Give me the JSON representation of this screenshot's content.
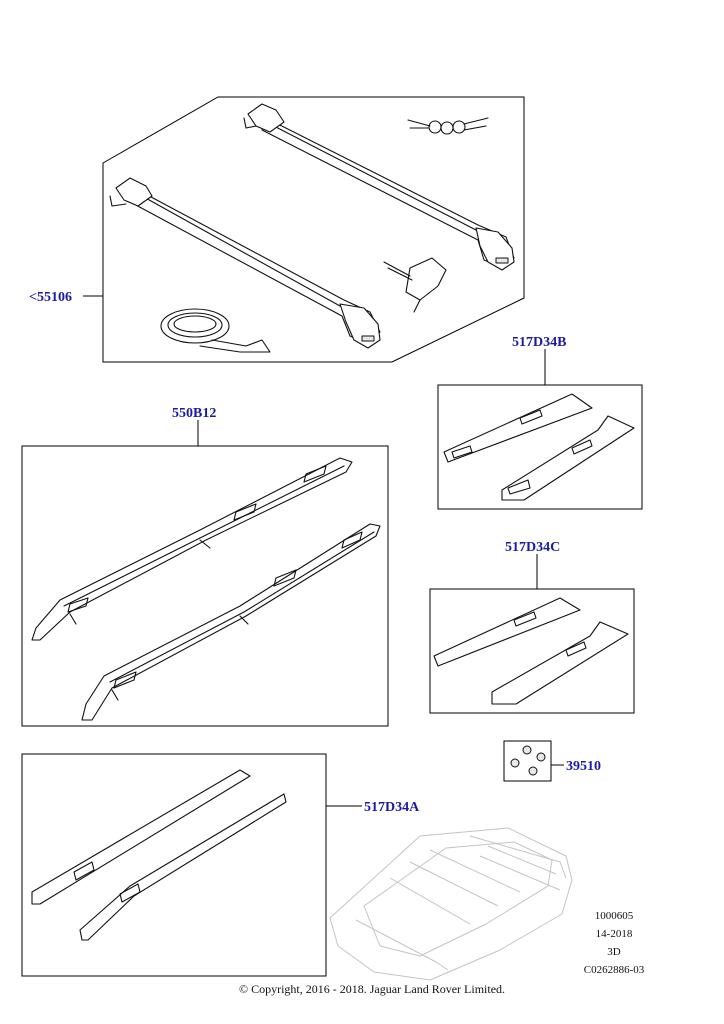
{
  "callouts": {
    "crossbar_kit": "<55106",
    "side_rails": "550B12",
    "rail_trim_b": "517D34B",
    "rail_trim_c": "517D34C",
    "fixings": "39510",
    "rail_trim_a": "517D34A"
  },
  "reference": {
    "line1": "1000605",
    "line2": "14-2018",
    "line3": "3D",
    "line4": "C0262886-03"
  },
  "copyright": "© Copyright, 2016 - 2018. Jaguar Land Rover Limited."
}
